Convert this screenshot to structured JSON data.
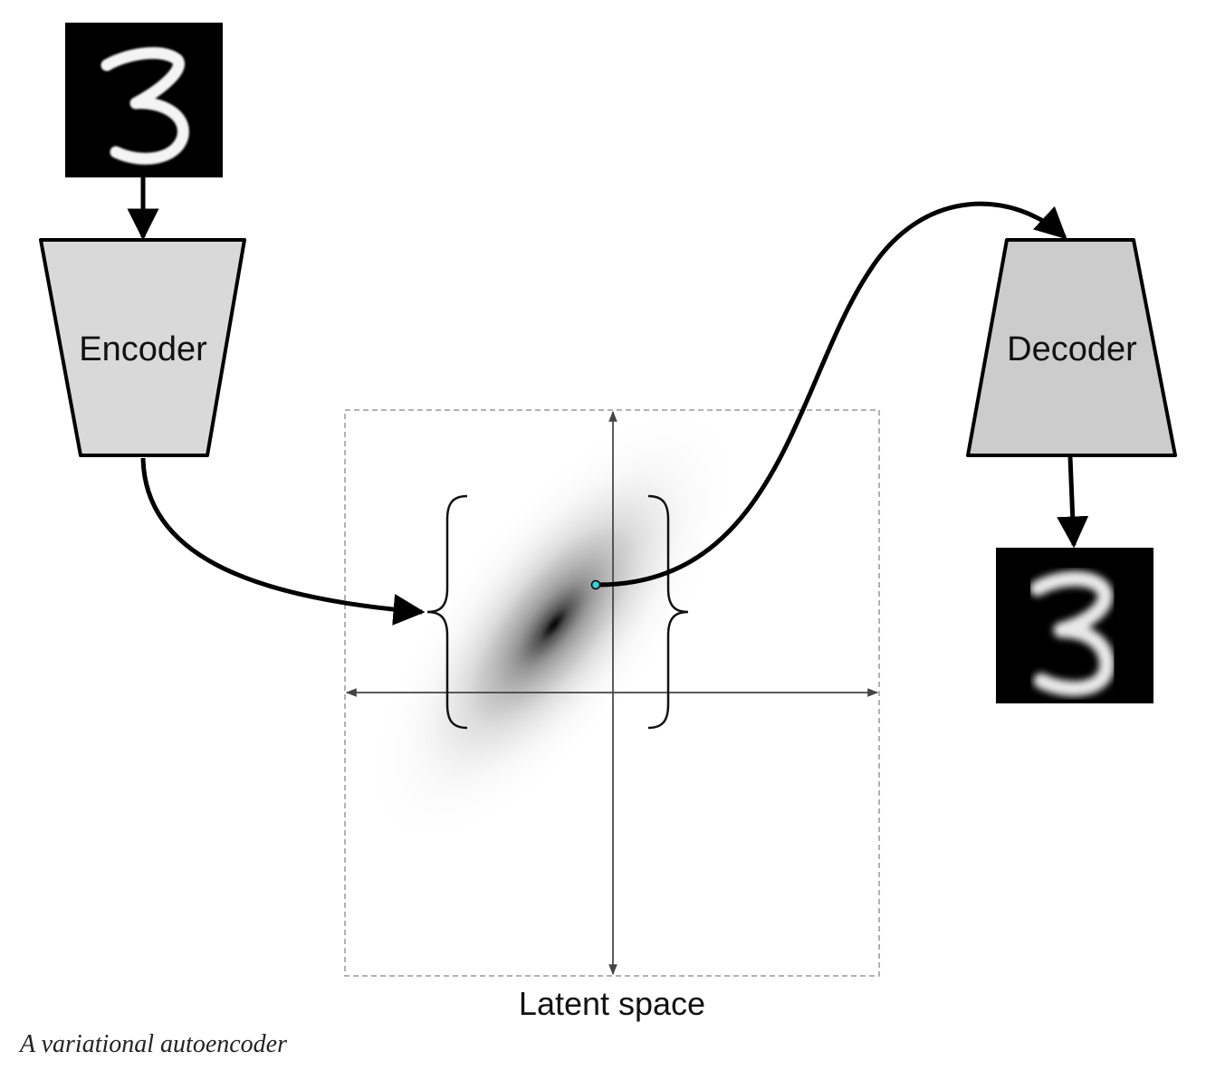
{
  "encoder": {
    "label": "Encoder"
  },
  "decoder": {
    "label": "Decoder"
  },
  "latent": {
    "label": "Latent space"
  },
  "input_image": {
    "digit": "3",
    "style": "sharp"
  },
  "output_image": {
    "digit": "3",
    "style": "blurred"
  },
  "caption": "A variational autoencoder",
  "colors": {
    "block_fill": "#d9d9d9",
    "decoder_fill": "#cccccc",
    "stroke": "#000000",
    "sample_point": "#2fd6dc",
    "frame": "#999999"
  }
}
